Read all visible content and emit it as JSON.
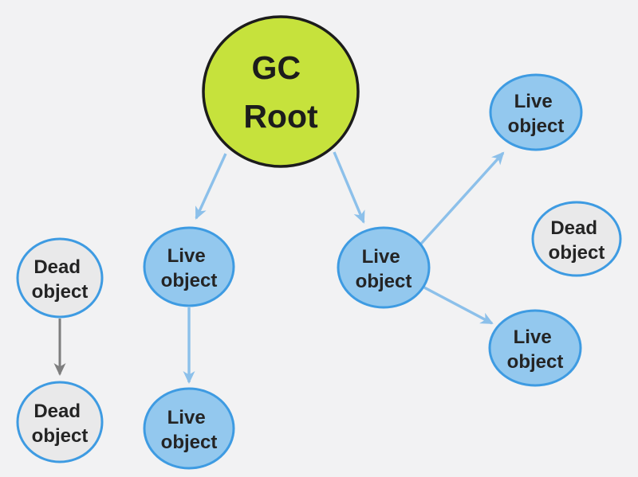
{
  "diagram": {
    "type": "garbage-collection-reachability-graph",
    "background_color": "#f2f2f3",
    "colors": {
      "gc_root_fill": "#c6e23c",
      "gc_root_border": "#1c1c1c",
      "live_object_fill": "#93c8ee",
      "live_object_border": "#3e9be2",
      "dead_object_fill": "#e9e9ea",
      "dead_object_border": "#3e9be2",
      "reference_arrow_blue": "#8cc0ea",
      "reference_arrow_gray": "#7e7e7e",
      "label_text": "#242424"
    },
    "nodes": [
      {
        "id": "gc-root",
        "type": "root",
        "label": "GC Root",
        "line1": "GC",
        "line2": "Root"
      },
      {
        "id": "live-mid-left",
        "type": "live",
        "label": "Live object",
        "line1": "Live",
        "line2": "object"
      },
      {
        "id": "live-center",
        "type": "live",
        "label": "Live object",
        "line1": "Live",
        "line2": "object"
      },
      {
        "id": "live-top-right",
        "type": "live",
        "label": "Live object",
        "line1": "Live",
        "line2": "object"
      },
      {
        "id": "live-bottom-right",
        "type": "live",
        "label": "Live object",
        "line1": "Live",
        "line2": "object"
      },
      {
        "id": "live-bottom-middle",
        "type": "live",
        "label": "Live object",
        "line1": "Live",
        "line2": "object"
      },
      {
        "id": "dead-left-top",
        "type": "dead",
        "label": "Dead object",
        "line1": "Dead",
        "line2": "object"
      },
      {
        "id": "dead-left-bottom",
        "type": "dead",
        "label": "Dead object",
        "line1": "Dead",
        "line2": "object"
      },
      {
        "id": "dead-right",
        "type": "dead",
        "label": "Dead object",
        "line1": "Dead",
        "line2": "object"
      }
    ],
    "edges": [
      {
        "from": "gc-root",
        "to": "live-mid-left",
        "color": "blue"
      },
      {
        "from": "gc-root",
        "to": "live-center",
        "color": "blue"
      },
      {
        "from": "live-mid-left",
        "to": "live-bottom-middle",
        "color": "blue"
      },
      {
        "from": "live-center",
        "to": "live-top-right",
        "color": "blue"
      },
      {
        "from": "live-center",
        "to": "live-bottom-right",
        "color": "blue"
      },
      {
        "from": "dead-left-top",
        "to": "dead-left-bottom",
        "color": "gray"
      }
    ]
  }
}
